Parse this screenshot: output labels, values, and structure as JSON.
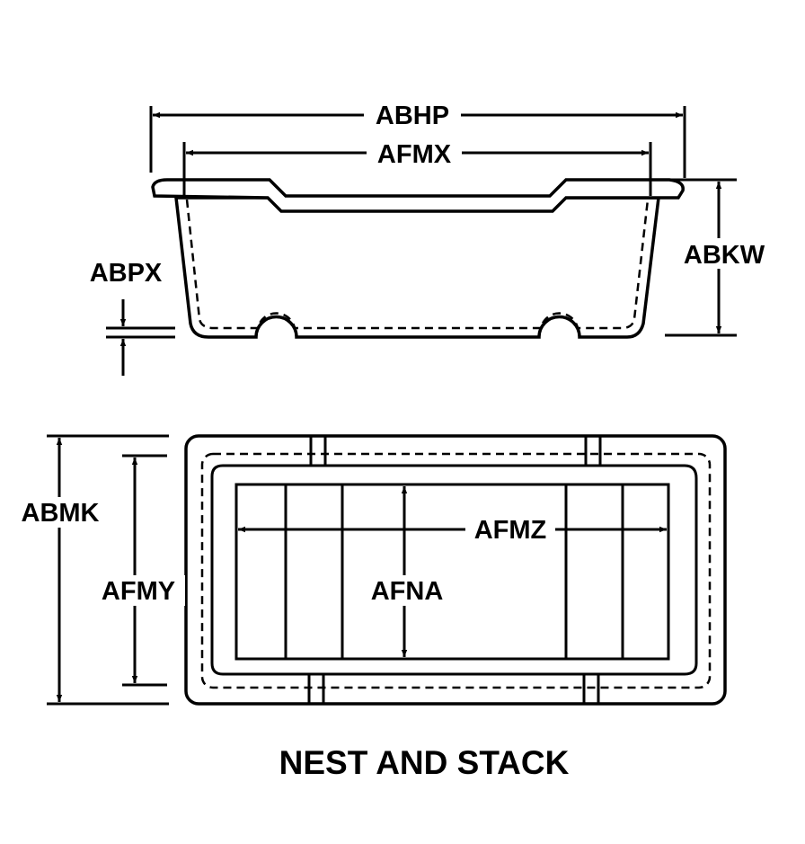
{
  "labels": {
    "overall_length": "ABHP",
    "inside_length_top": "AFMX",
    "overall_height": "ABKW",
    "nesting_height": "ABPX",
    "overall_width": "ABMK",
    "inside_width": "AFMY",
    "inside_length_bottom": "AFMZ",
    "inside_width_inner": "AFNA"
  },
  "caption": "NEST AND STACK"
}
